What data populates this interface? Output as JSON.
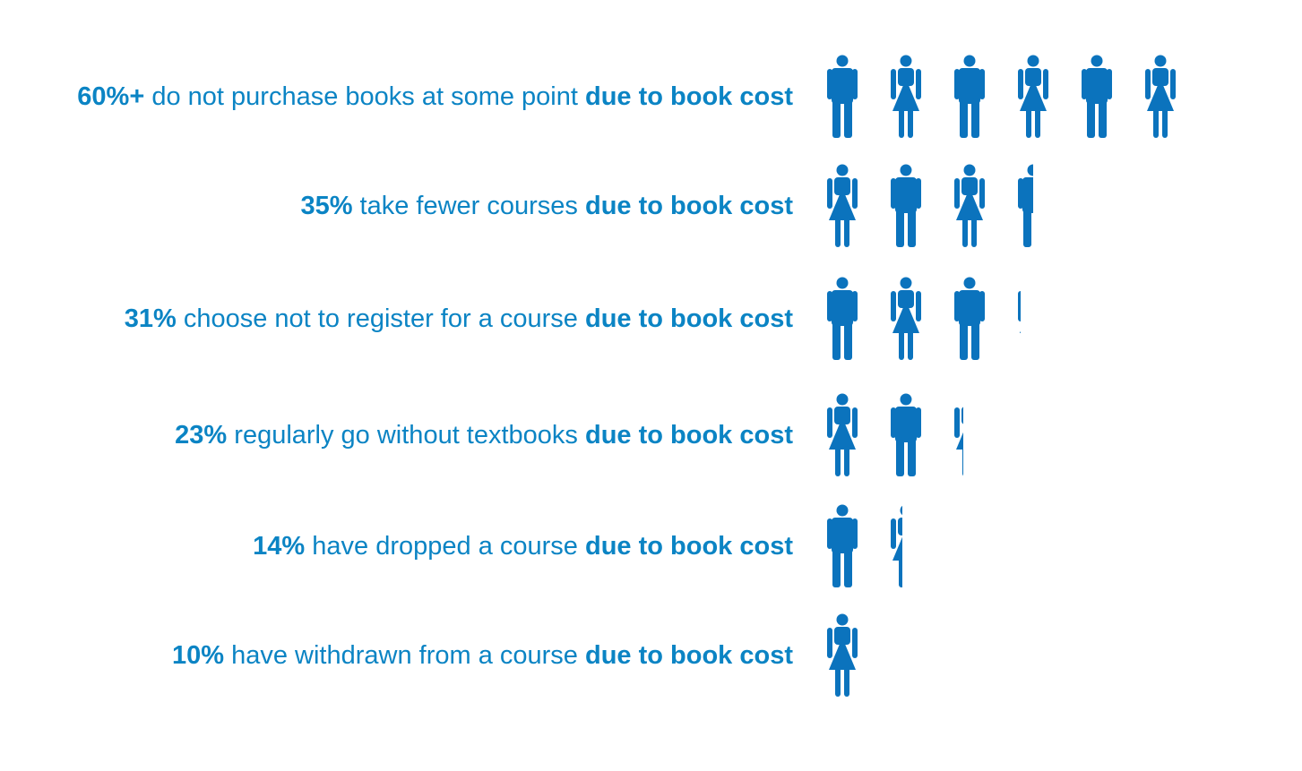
{
  "colors": {
    "text": "#0b84c4",
    "icon": "#0b73bd"
  },
  "icons": [
    "male-person-icon",
    "female-person-icon"
  ],
  "chart_data": {
    "type": "pictogram",
    "unit_value": 10,
    "series": [
      {
        "percent_label": "60%+",
        "text": "do not purchase books at some point",
        "suffix": "due to book cost",
        "value": 60,
        "start": "male"
      },
      {
        "percent_label": "35%",
        "text": "take fewer courses",
        "suffix": "due to book cost",
        "value": 35,
        "start": "female"
      },
      {
        "percent_label": "31%",
        "text": "choose not to register for a course",
        "suffix": "due to book cost",
        "value": 31,
        "start": "male"
      },
      {
        "percent_label": "23%",
        "text": "regularly go without textbooks",
        "suffix": "due to book cost",
        "value": 23,
        "start": "female"
      },
      {
        "percent_label": "14%",
        "text": "have dropped a course",
        "suffix": "due to book cost",
        "value": 14,
        "start": "male"
      },
      {
        "percent_label": "10%",
        "text": "have withdrawn from a course",
        "suffix": "due to book cost",
        "value": 10,
        "start": "female"
      }
    ]
  }
}
